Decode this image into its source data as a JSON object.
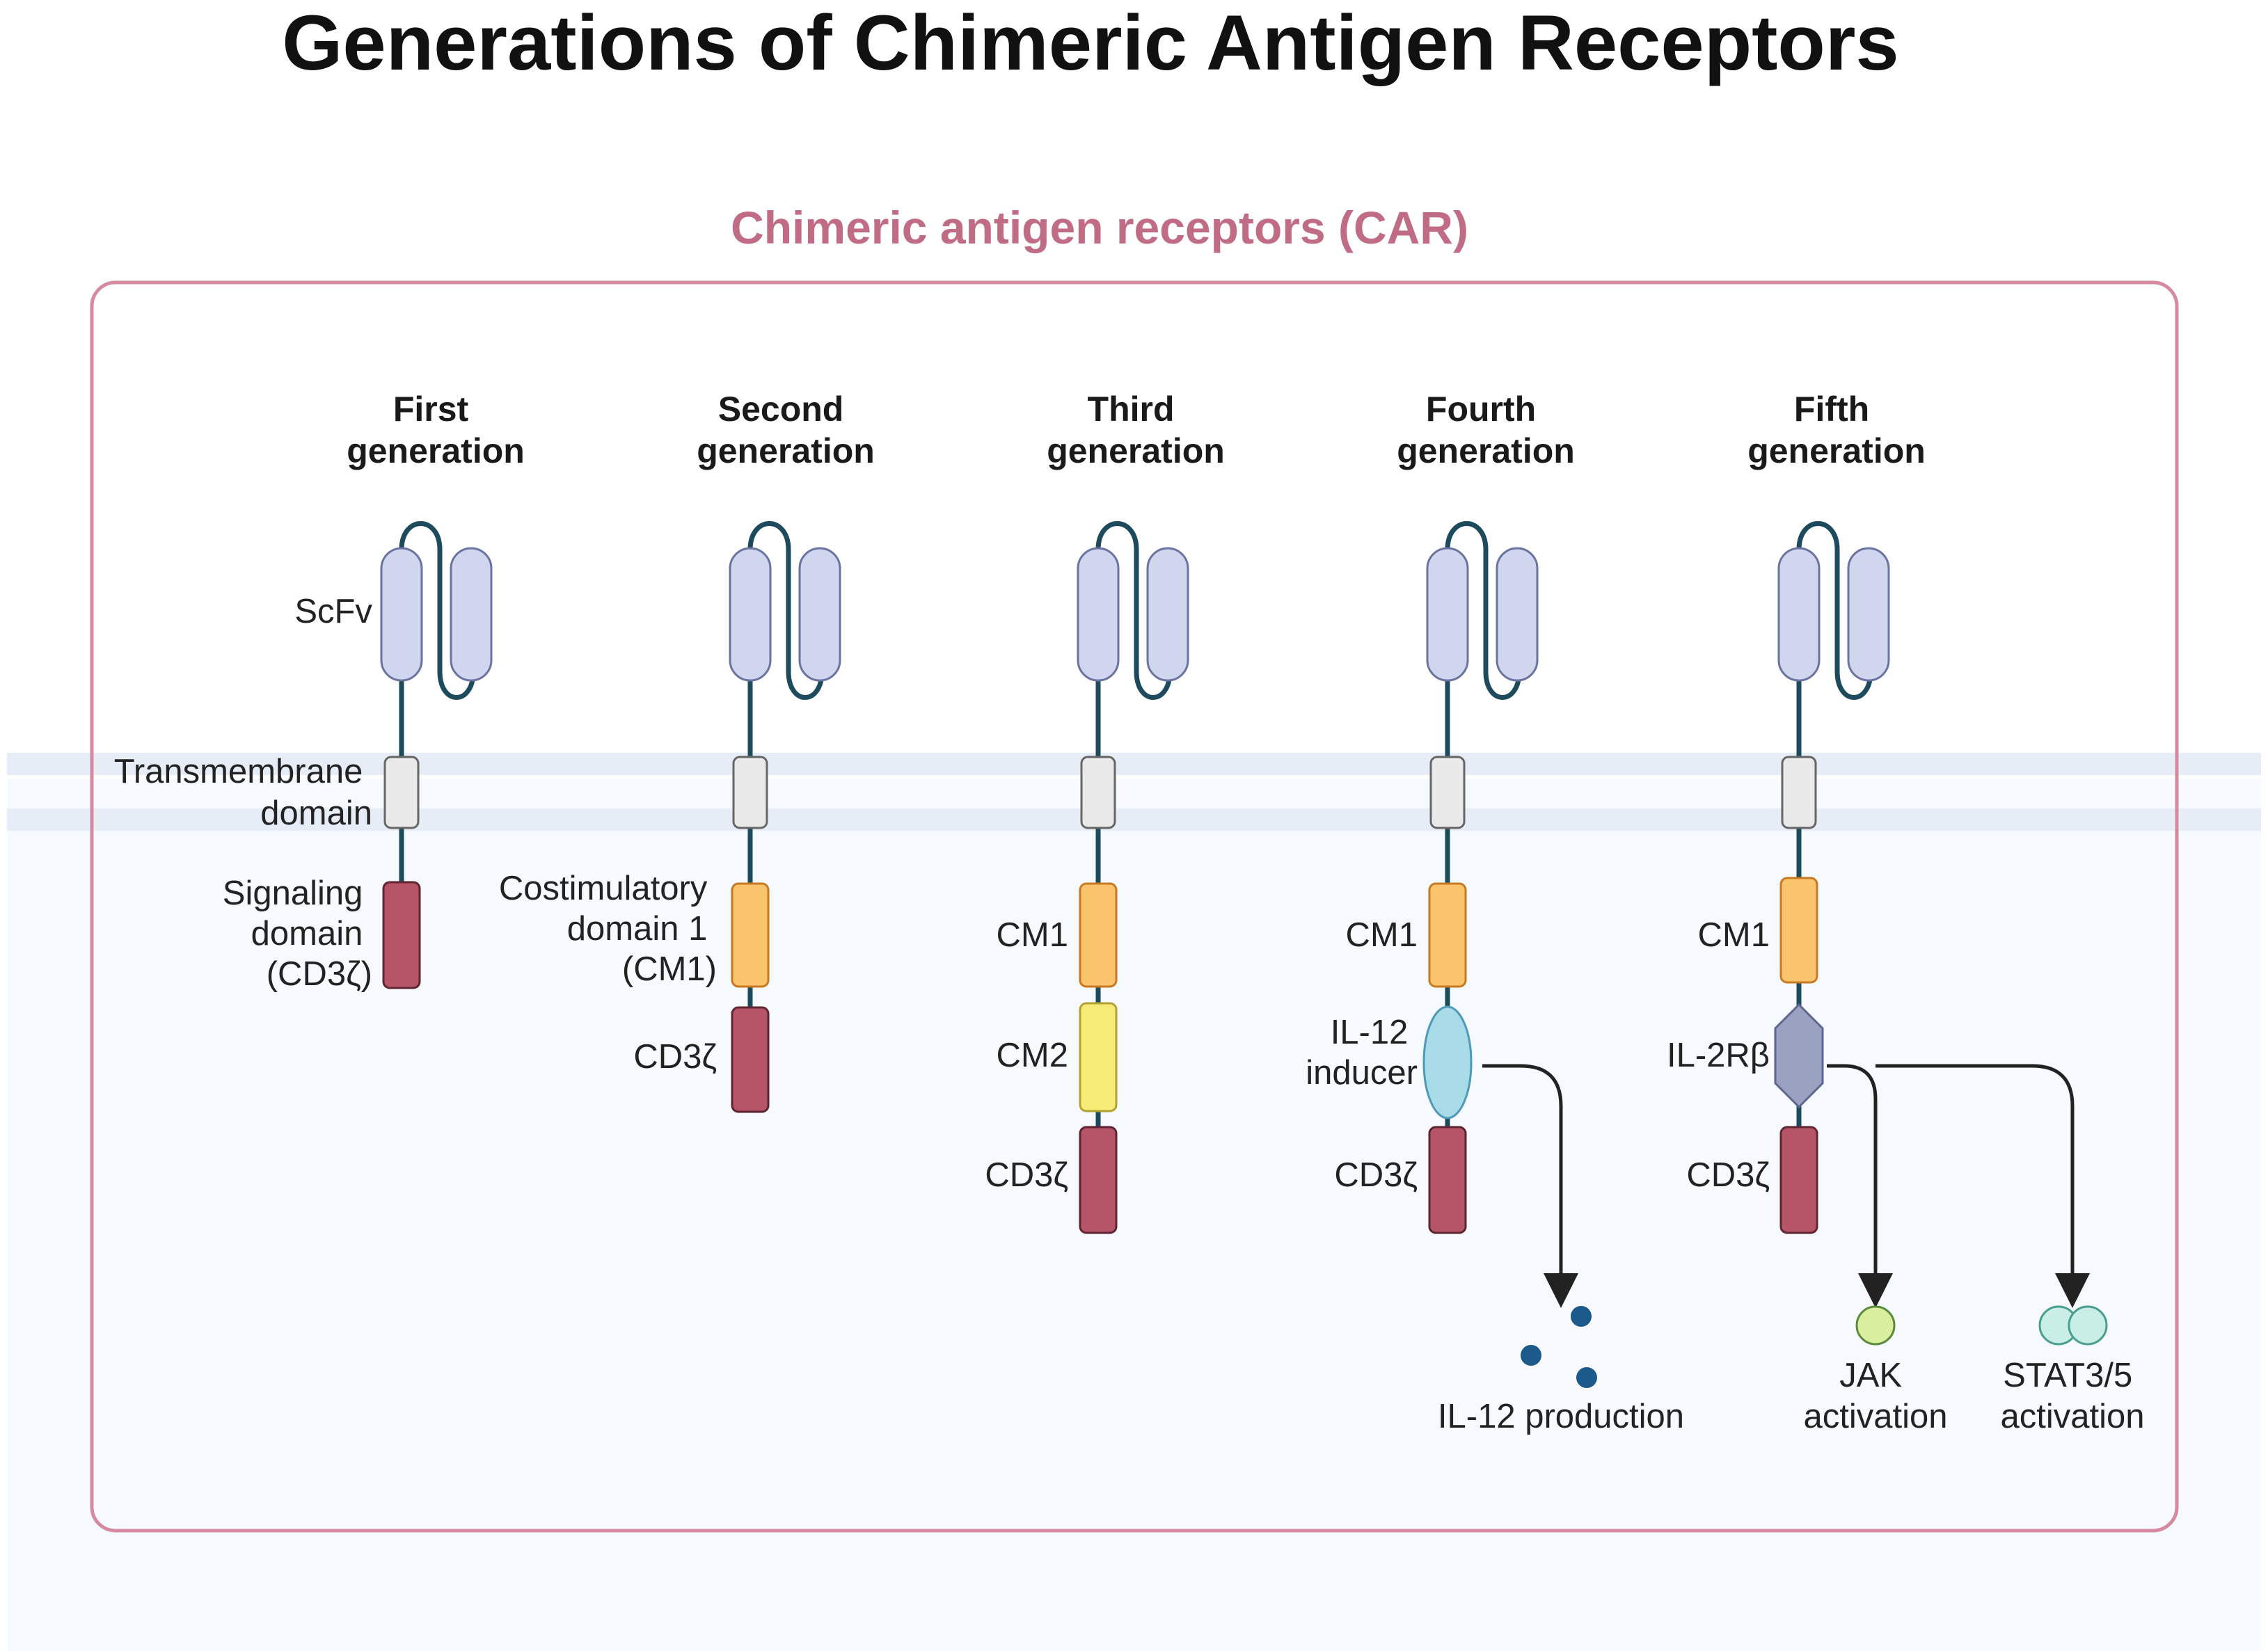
{
  "title": "Generations of Chimeric Antigen Receptors",
  "car_title": "Chimeric antigen receptors (CAR)",
  "generations": [
    {
      "line1": "First",
      "line2": "generation"
    },
    {
      "line1": "Second",
      "line2": "generation"
    },
    {
      "line1": "Third",
      "line2": "generation"
    },
    {
      "line1": "Fourth",
      "line2": "generation"
    },
    {
      "line1": "Fifth",
      "line2": "generation"
    }
  ],
  "first": {
    "scfv": "ScFv",
    "tm_line1": "Transmembrane",
    "tm_line2": "domain",
    "sig_line1": "Signaling",
    "sig_line2": "domain",
    "sig_line3": "(CD3ζ)"
  },
  "second": {
    "cm_line1": "Costimulatory",
    "cm_line2": "domain 1",
    "cm_line3": "(CM1)",
    "cd3z": "CD3ζ"
  },
  "third": {
    "cm1": "CM1",
    "cm2": "CM2",
    "cd3z": "CD3ζ"
  },
  "fourth": {
    "cm1": "CM1",
    "il12_line1": "IL-12",
    "il12_line2": "inducer",
    "cd3z": "CD3ζ",
    "output": "IL-12 production"
  },
  "fifth": {
    "cm1": "CM1",
    "il2rb": "IL-2Rβ",
    "cd3z": "CD3ζ",
    "jak_line1": "JAK",
    "jak_line2": "activation",
    "stat_line1": "STAT3/5",
    "stat_line2": "activation"
  },
  "colors": {
    "title_accent": "#c06c85",
    "frame": "#d58aa0",
    "membrane": "#e6edf7",
    "cytoplasm": "#f6f9fd",
    "scfv": "#d0d6ee",
    "transmembrane": "#e9e9e9",
    "cd3z": "#b65468",
    "cm1": "#f9c46b",
    "cm2": "#f7eb78",
    "il12_inducer": "#a9dbe9",
    "il2rb": "#9aa1c1",
    "il12_dot": "#1b5a8a",
    "jak": "#d9ef9f",
    "stat": "#c8eee6"
  }
}
